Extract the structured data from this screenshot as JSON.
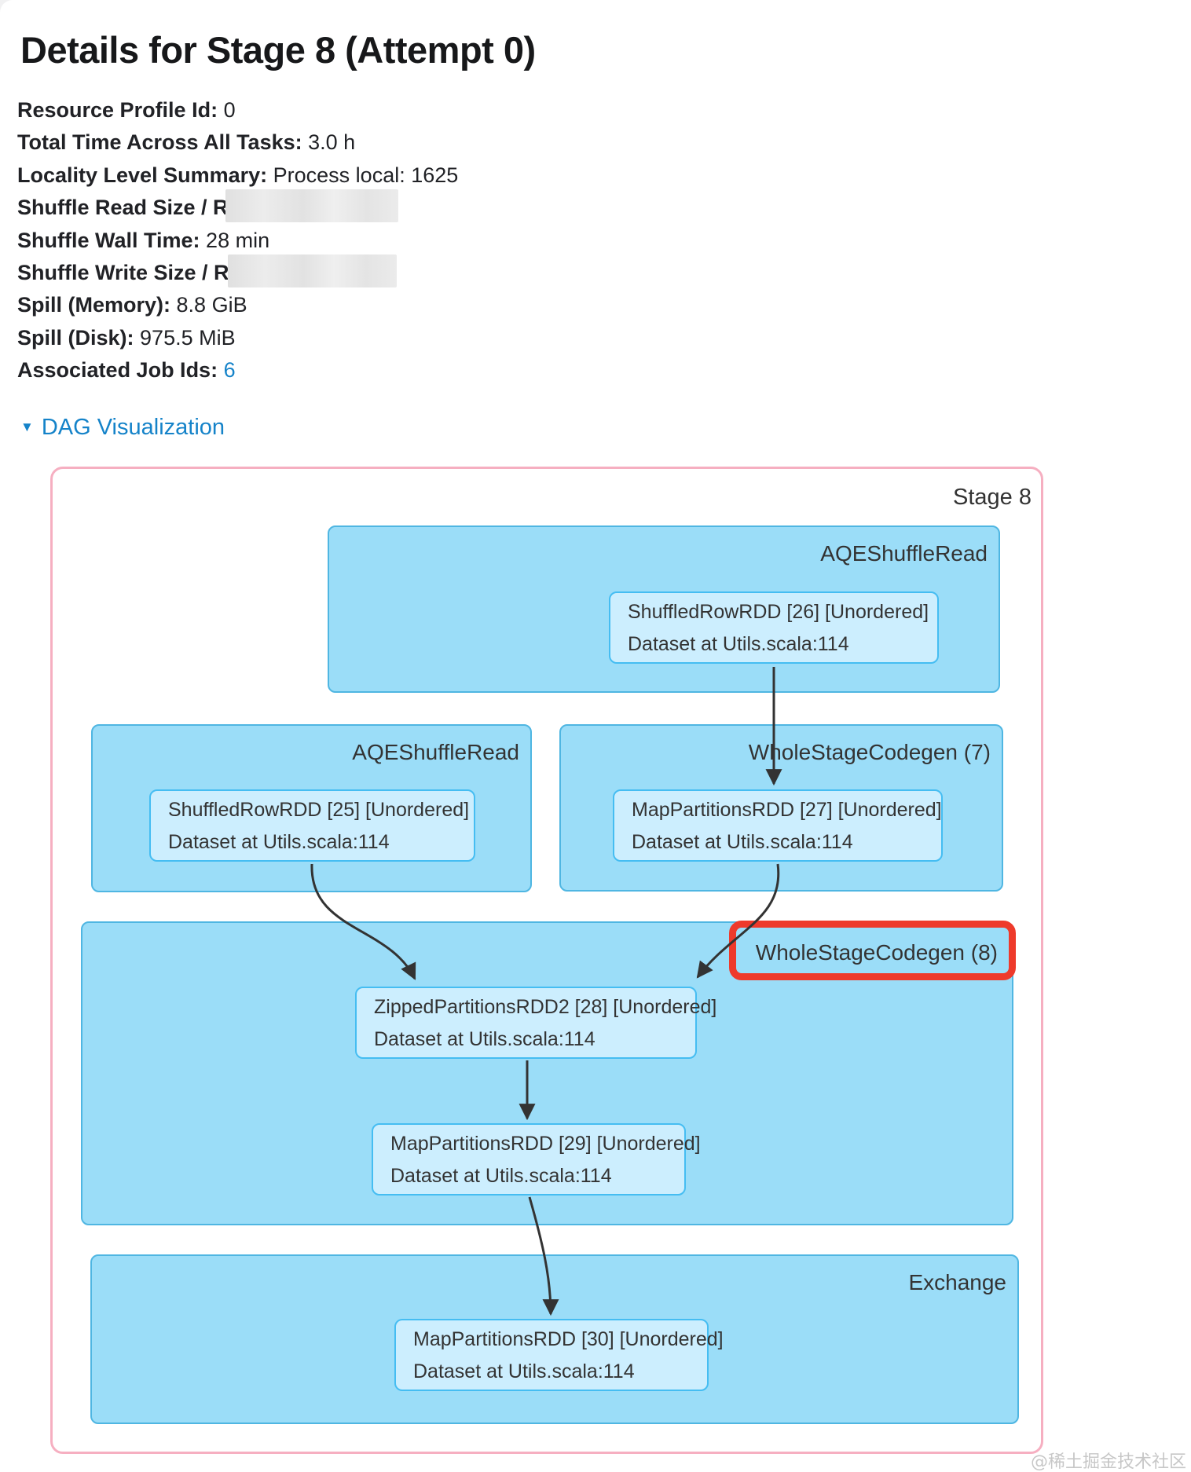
{
  "header": {
    "title": "Details for Stage 8 (Attempt 0)"
  },
  "meta": {
    "rows": [
      {
        "label": "Resource Profile Id:",
        "value": "0"
      },
      {
        "label": "Total Time Across All Tasks:",
        "value": "3.0 h"
      },
      {
        "label": "Locality Level Summary:",
        "value": "Process local: 1625"
      },
      {
        "label": "Shuffle Read Size / Records:",
        "value": "",
        "redacted": true
      },
      {
        "label": "Shuffle Wall Time:",
        "value": "28 min"
      },
      {
        "label": "Shuffle Write Size / Records:",
        "value": "",
        "redacted": true
      },
      {
        "label": "Spill (Memory):",
        "value": "8.8 GiB"
      },
      {
        "label": "Spill (Disk):",
        "value": "975.5 MiB"
      },
      {
        "label": "Associated Job Ids:",
        "value": "6",
        "link": true
      }
    ]
  },
  "dag": {
    "toggle_icon": "▼",
    "toggle_label": "DAG Visualization",
    "stage_label": "Stage 8",
    "clusters": [
      {
        "label": "AQEShuffleRead"
      },
      {
        "label": "AQEShuffleRead"
      },
      {
        "label": "WholeStageCodegen (7)"
      },
      {
        "label": "WholeStageCodegen (8)",
        "highlighted": true
      },
      {
        "label": "Exchange"
      }
    ],
    "nodes": [
      {
        "line1": "ShuffledRowRDD [26] [Unordered]",
        "line2": "Dataset at Utils.scala:114"
      },
      {
        "line1": "ShuffledRowRDD [25] [Unordered]",
        "line2": "Dataset at Utils.scala:114"
      },
      {
        "line1": "MapPartitionsRDD [27] [Unordered]",
        "line2": "Dataset at Utils.scala:114"
      },
      {
        "line1": "ZippedPartitionsRDD2 [28] [Unordered]",
        "line2": "Dataset at Utils.scala:114"
      },
      {
        "line1": "MapPartitionsRDD [29] [Unordered]",
        "line2": "Dataset at Utils.scala:114"
      },
      {
        "line1": "MapPartitionsRDD [30] [Unordered]",
        "line2": "Dataset at Utils.scala:114"
      }
    ],
    "colors": {
      "link_blue": "#1583C9",
      "cluster_fill": "#9BDDF8",
      "cluster_border": "#4FB6E2",
      "node_fill": "#CCEEFE",
      "node_border": "#45BDF2",
      "stage_border_pink": "#F6AFC1",
      "highlight_red": "#EE3A2B",
      "edge_color": "#333333"
    }
  },
  "footer": {
    "watermark": "@稀土掘金技术社区"
  }
}
